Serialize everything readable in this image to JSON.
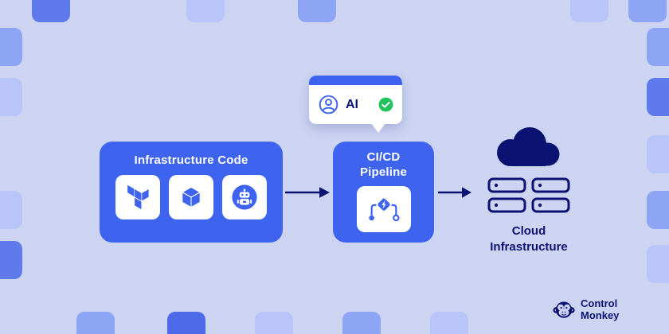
{
  "colors": {
    "background": "#cdd4f2",
    "primary_blue": "#3e63ee",
    "navy": "#0b1372",
    "success_green": "#22c35e",
    "white": "#ffffff"
  },
  "diagram": {
    "infrastructure_code": {
      "title": "Infrastructure Code",
      "icons": [
        "terraform-icon",
        "cube-icon",
        "robot-icon"
      ]
    },
    "ai_card": {
      "label": "AI",
      "icons": [
        "user-avatar-icon",
        "check-icon"
      ]
    },
    "cicd_box": {
      "title_line1": "CI/CD",
      "title_line2": "Pipeline",
      "icon": "pipeline-icon"
    },
    "cloud_infrastructure": {
      "label_line1": "Cloud",
      "label_line2": "Infrastructure",
      "icons": [
        "cloud-icon",
        "servers-icon"
      ]
    },
    "arrows": [
      "arrow-right-icon",
      "arrow-right-icon"
    ]
  },
  "branding": {
    "icon": "monkey-icon",
    "name_line1": "Control",
    "name_line2": "Monkey"
  }
}
